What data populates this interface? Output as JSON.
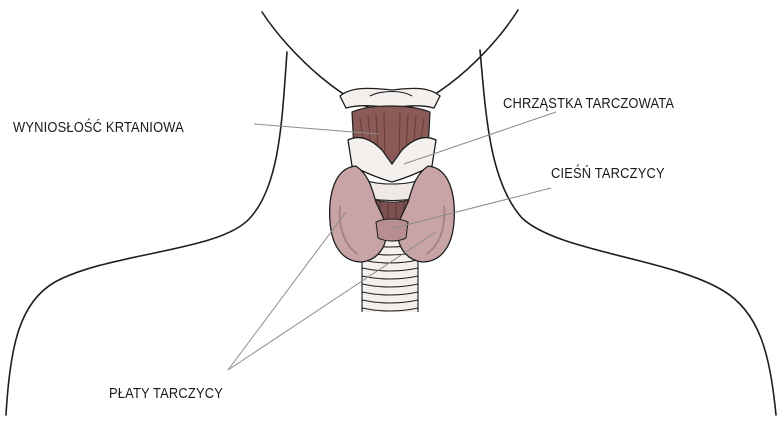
{
  "diagram": {
    "labels": {
      "laryngeal_prominence": "WYNIOSŁOŚĆ KRTANIOWA",
      "thyroid_cartilage": "CHRZĄSTKA TARCZOWATA",
      "isthmus": "CIEŚŃ TARCZYCY",
      "lobes": "PŁATY TARCZYCY"
    },
    "colors": {
      "outline": "#1e1e1e",
      "gland": "#c9a4a6",
      "gland_shadow": "#a88486",
      "larynx_tissue": "#8a5a57",
      "cartilage": "#f4f0ee",
      "leader_line": "#8c8c8c"
    }
  }
}
